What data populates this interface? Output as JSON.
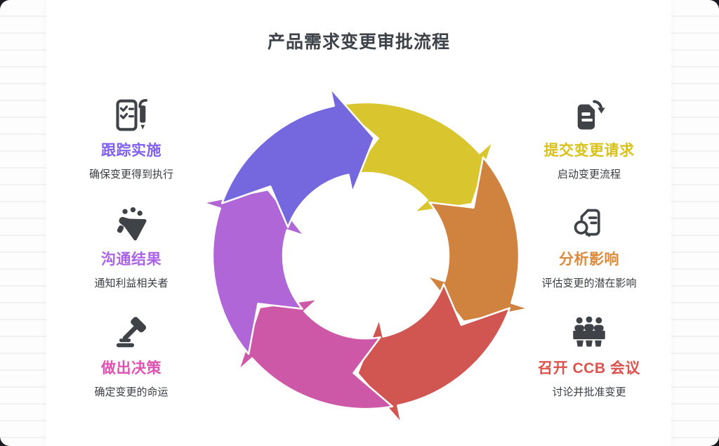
{
  "title": "产品需求变更审批流程",
  "icon_color": "#3f4347",
  "text_color": "#3a3e43",
  "diagram": {
    "type": "cycle-arrows",
    "direction": "clockwise",
    "segment_count": 6
  },
  "steps": [
    {
      "title": "提交变更请求",
      "subtitle": "启动变更流程",
      "label_color": "#d9c117",
      "arrow_color": "#d9c52d",
      "icon": "document-submit-icon"
    },
    {
      "title": "分析影响",
      "subtitle": "评估变更的潜在影响",
      "label_color": "#dd8a3c",
      "arrow_color": "#d0823f",
      "icon": "document-search-icon"
    },
    {
      "title": "召开 CCB 会议",
      "subtitle": "讨论并批准变更",
      "label_color": "#dc524c",
      "arrow_color": "#d15551",
      "icon": "meeting-icon"
    },
    {
      "title": "做出决策",
      "subtitle": "确定变更的命运",
      "label_color": "#df52b2",
      "arrow_color": "#ce58a8",
      "icon": "gavel-icon"
    },
    {
      "title": "沟通结果",
      "subtitle": "通知利益相关者",
      "label_color": "#ab64e6",
      "arrow_color": "#b166d8",
      "icon": "megaphone-icon"
    },
    {
      "title": "跟踪实施",
      "subtitle": "确保变更得到执行",
      "label_color": "#8161f0",
      "arrow_color": "#7568de",
      "icon": "checklist-pen-icon"
    }
  ]
}
